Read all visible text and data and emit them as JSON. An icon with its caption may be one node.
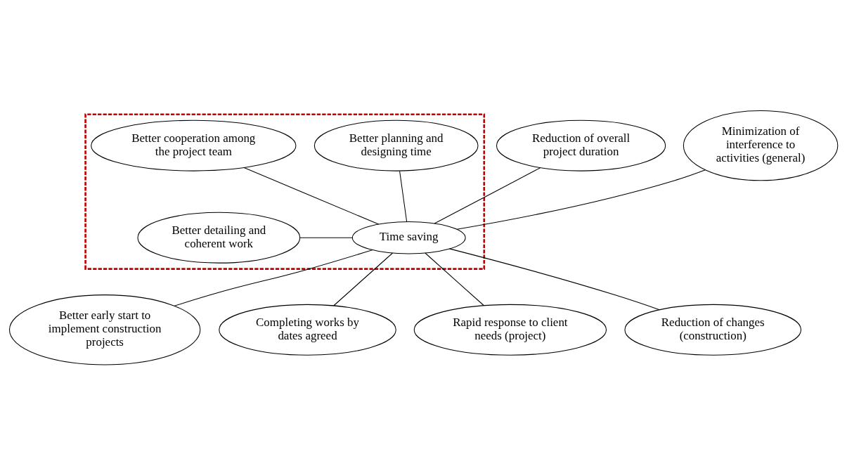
{
  "diagram": {
    "nodes": [
      {
        "text": [],
        "shape": "polygon"
      },
      {
        "text": [
          "Reduction of overall project duration"
        ]
      },
      {
        "text": [
          "Better planning and designing time"
        ],
        "in": 0
      },
      {
        "text": [
          "Better cooperation among the project team"
        ],
        "in": 0
      },
      {
        "text": [
          "Minimization of interference to activities (general)"
        ]
      },
      {
        "text": [
          "Better detailing and coherent work"
        ],
        "in": 0
      },
      {
        "text": [
          "Time saving"
        ],
        "in": 0
      },
      {
        "text": [
          "Better early start to implement construction projects"
        ]
      },
      {
        "text": [
          "Completing works by dates agreed"
        ]
      },
      {
        "text": [
          "Rapid response to client needs (project)"
        ]
      },
      {
        "text": [
          "Reduction of changes (construction)"
        ]
      }
    ],
    "edges": [
      {
        "from": 6,
        "to": 1,
        "arrow": "none"
      },
      {
        "from": 6,
        "to": 2,
        "arrow": "none"
      },
      {
        "from": 6,
        "to": 3,
        "arrow": "none"
      },
      {
        "from": 6,
        "to": 4,
        "arrow": "none"
      },
      {
        "from": 6,
        "to": 5,
        "arrow": "none"
      },
      {
        "from": 6,
        "to": 7,
        "arrow": "none"
      },
      {
        "from": 6,
        "to": 8,
        "arrow": "none"
      },
      {
        "from": 6,
        "to": 9,
        "arrow": "none"
      },
      {
        "from": 6,
        "to": 10,
        "arrow": "none"
      }
    ]
  }
}
